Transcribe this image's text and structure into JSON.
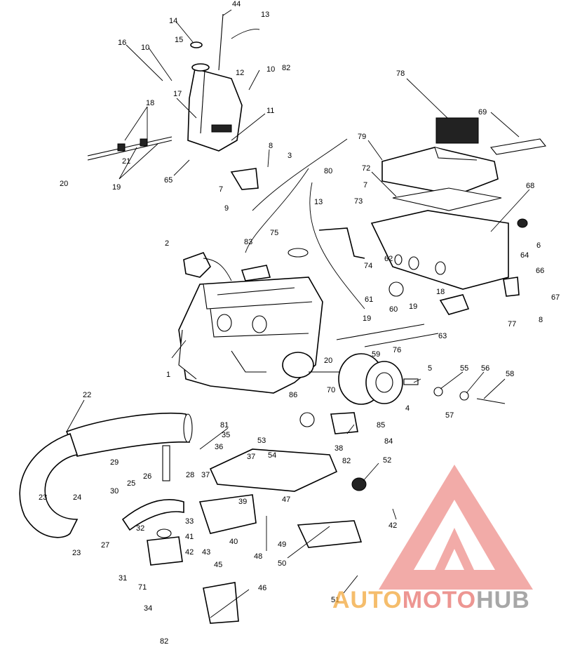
{
  "callouts": [
    {
      "id": "c44",
      "text": "44"
    },
    {
      "id": "c13a",
      "text": "13"
    },
    {
      "id": "c14",
      "text": "14"
    },
    {
      "id": "c15",
      "text": "15"
    },
    {
      "id": "c16",
      "text": "16"
    },
    {
      "id": "c10a",
      "text": "10"
    },
    {
      "id": "c12",
      "text": "12"
    },
    {
      "id": "c10b",
      "text": "10"
    },
    {
      "id": "c82a",
      "text": "82"
    },
    {
      "id": "c17",
      "text": "17"
    },
    {
      "id": "c11",
      "text": "11"
    },
    {
      "id": "c18a",
      "text": "18"
    },
    {
      "id": "c21",
      "text": "21"
    },
    {
      "id": "c20a",
      "text": "20"
    },
    {
      "id": "c19a",
      "text": "19"
    },
    {
      "id": "c65",
      "text": "65"
    },
    {
      "id": "c8a",
      "text": "8"
    },
    {
      "id": "c7a",
      "text": "7"
    },
    {
      "id": "c9",
      "text": "9"
    },
    {
      "id": "c3",
      "text": "3"
    },
    {
      "id": "c80",
      "text": "80"
    },
    {
      "id": "c13b",
      "text": "13"
    },
    {
      "id": "c78",
      "text": "78"
    },
    {
      "id": "c69",
      "text": "69"
    },
    {
      "id": "c79",
      "text": "79"
    },
    {
      "id": "c72",
      "text": "72"
    },
    {
      "id": "c7b",
      "text": "7"
    },
    {
      "id": "c73",
      "text": "73"
    },
    {
      "id": "c68",
      "text": "68"
    },
    {
      "id": "c6",
      "text": "6"
    },
    {
      "id": "c2",
      "text": "2"
    },
    {
      "id": "c83",
      "text": "83"
    },
    {
      "id": "c75",
      "text": "75"
    },
    {
      "id": "c74",
      "text": "74"
    },
    {
      "id": "c62",
      "text": "62"
    },
    {
      "id": "c64",
      "text": "64"
    },
    {
      "id": "c66",
      "text": "66"
    },
    {
      "id": "c67",
      "text": "67"
    },
    {
      "id": "c18b",
      "text": "18"
    },
    {
      "id": "c61",
      "text": "61"
    },
    {
      "id": "c60",
      "text": "60"
    },
    {
      "id": "c19b",
      "text": "19"
    },
    {
      "id": "c19c",
      "text": "19"
    },
    {
      "id": "c77",
      "text": "77"
    },
    {
      "id": "c8b",
      "text": "8"
    },
    {
      "id": "c63",
      "text": "63"
    },
    {
      "id": "c76",
      "text": "76"
    },
    {
      "id": "c20b",
      "text": "20"
    },
    {
      "id": "c59",
      "text": "59"
    },
    {
      "id": "c1",
      "text": "1"
    },
    {
      "id": "c5",
      "text": "5"
    },
    {
      "id": "c55",
      "text": "55"
    },
    {
      "id": "c56",
      "text": "56"
    },
    {
      "id": "c58",
      "text": "58"
    },
    {
      "id": "c4",
      "text": "4"
    },
    {
      "id": "c57",
      "text": "57"
    },
    {
      "id": "c22",
      "text": "22"
    },
    {
      "id": "c86",
      "text": "86"
    },
    {
      "id": "c70",
      "text": "70"
    },
    {
      "id": "c85",
      "text": "85"
    },
    {
      "id": "c84",
      "text": "84"
    },
    {
      "id": "c81",
      "text": "81"
    },
    {
      "id": "c35",
      "text": "35"
    },
    {
      "id": "c53",
      "text": "53"
    },
    {
      "id": "c36",
      "text": "36"
    },
    {
      "id": "c37a",
      "text": "37"
    },
    {
      "id": "c54",
      "text": "54"
    },
    {
      "id": "c38",
      "text": "38"
    },
    {
      "id": "c82b",
      "text": "82"
    },
    {
      "id": "c52",
      "text": "52"
    },
    {
      "id": "c29",
      "text": "29"
    },
    {
      "id": "c23a",
      "text": "23"
    },
    {
      "id": "c24",
      "text": "24"
    },
    {
      "id": "c30",
      "text": "30"
    },
    {
      "id": "c25",
      "text": "25"
    },
    {
      "id": "c26",
      "text": "26"
    },
    {
      "id": "c28",
      "text": "28"
    },
    {
      "id": "c37b",
      "text": "37"
    },
    {
      "id": "c39",
      "text": "39"
    },
    {
      "id": "c47",
      "text": "47"
    },
    {
      "id": "c23b",
      "text": "23"
    },
    {
      "id": "c27",
      "text": "27"
    },
    {
      "id": "c32",
      "text": "32"
    },
    {
      "id": "c33",
      "text": "33"
    },
    {
      "id": "c41",
      "text": "41"
    },
    {
      "id": "c42a",
      "text": "42"
    },
    {
      "id": "c43",
      "text": "43"
    },
    {
      "id": "c40",
      "text": "40"
    },
    {
      "id": "c48",
      "text": "48"
    },
    {
      "id": "c49",
      "text": "49"
    },
    {
      "id": "c42b",
      "text": "42"
    },
    {
      "id": "c50",
      "text": "50"
    },
    {
      "id": "c31",
      "text": "31"
    },
    {
      "id": "c71",
      "text": "71"
    },
    {
      "id": "c34",
      "text": "34"
    },
    {
      "id": "c45",
      "text": "45"
    },
    {
      "id": "c46",
      "text": "46"
    },
    {
      "id": "c51",
      "text": "51"
    },
    {
      "id": "c82c",
      "text": "82"
    }
  ],
  "watermark": {
    "part1": "AUTO",
    "part2": "MOTO",
    "part3": "HUB",
    "colors": {
      "triangle": "#e8736e",
      "auto": "#f2a83b",
      "moto": "#e8736e",
      "hub": "#8a8a8a"
    }
  }
}
